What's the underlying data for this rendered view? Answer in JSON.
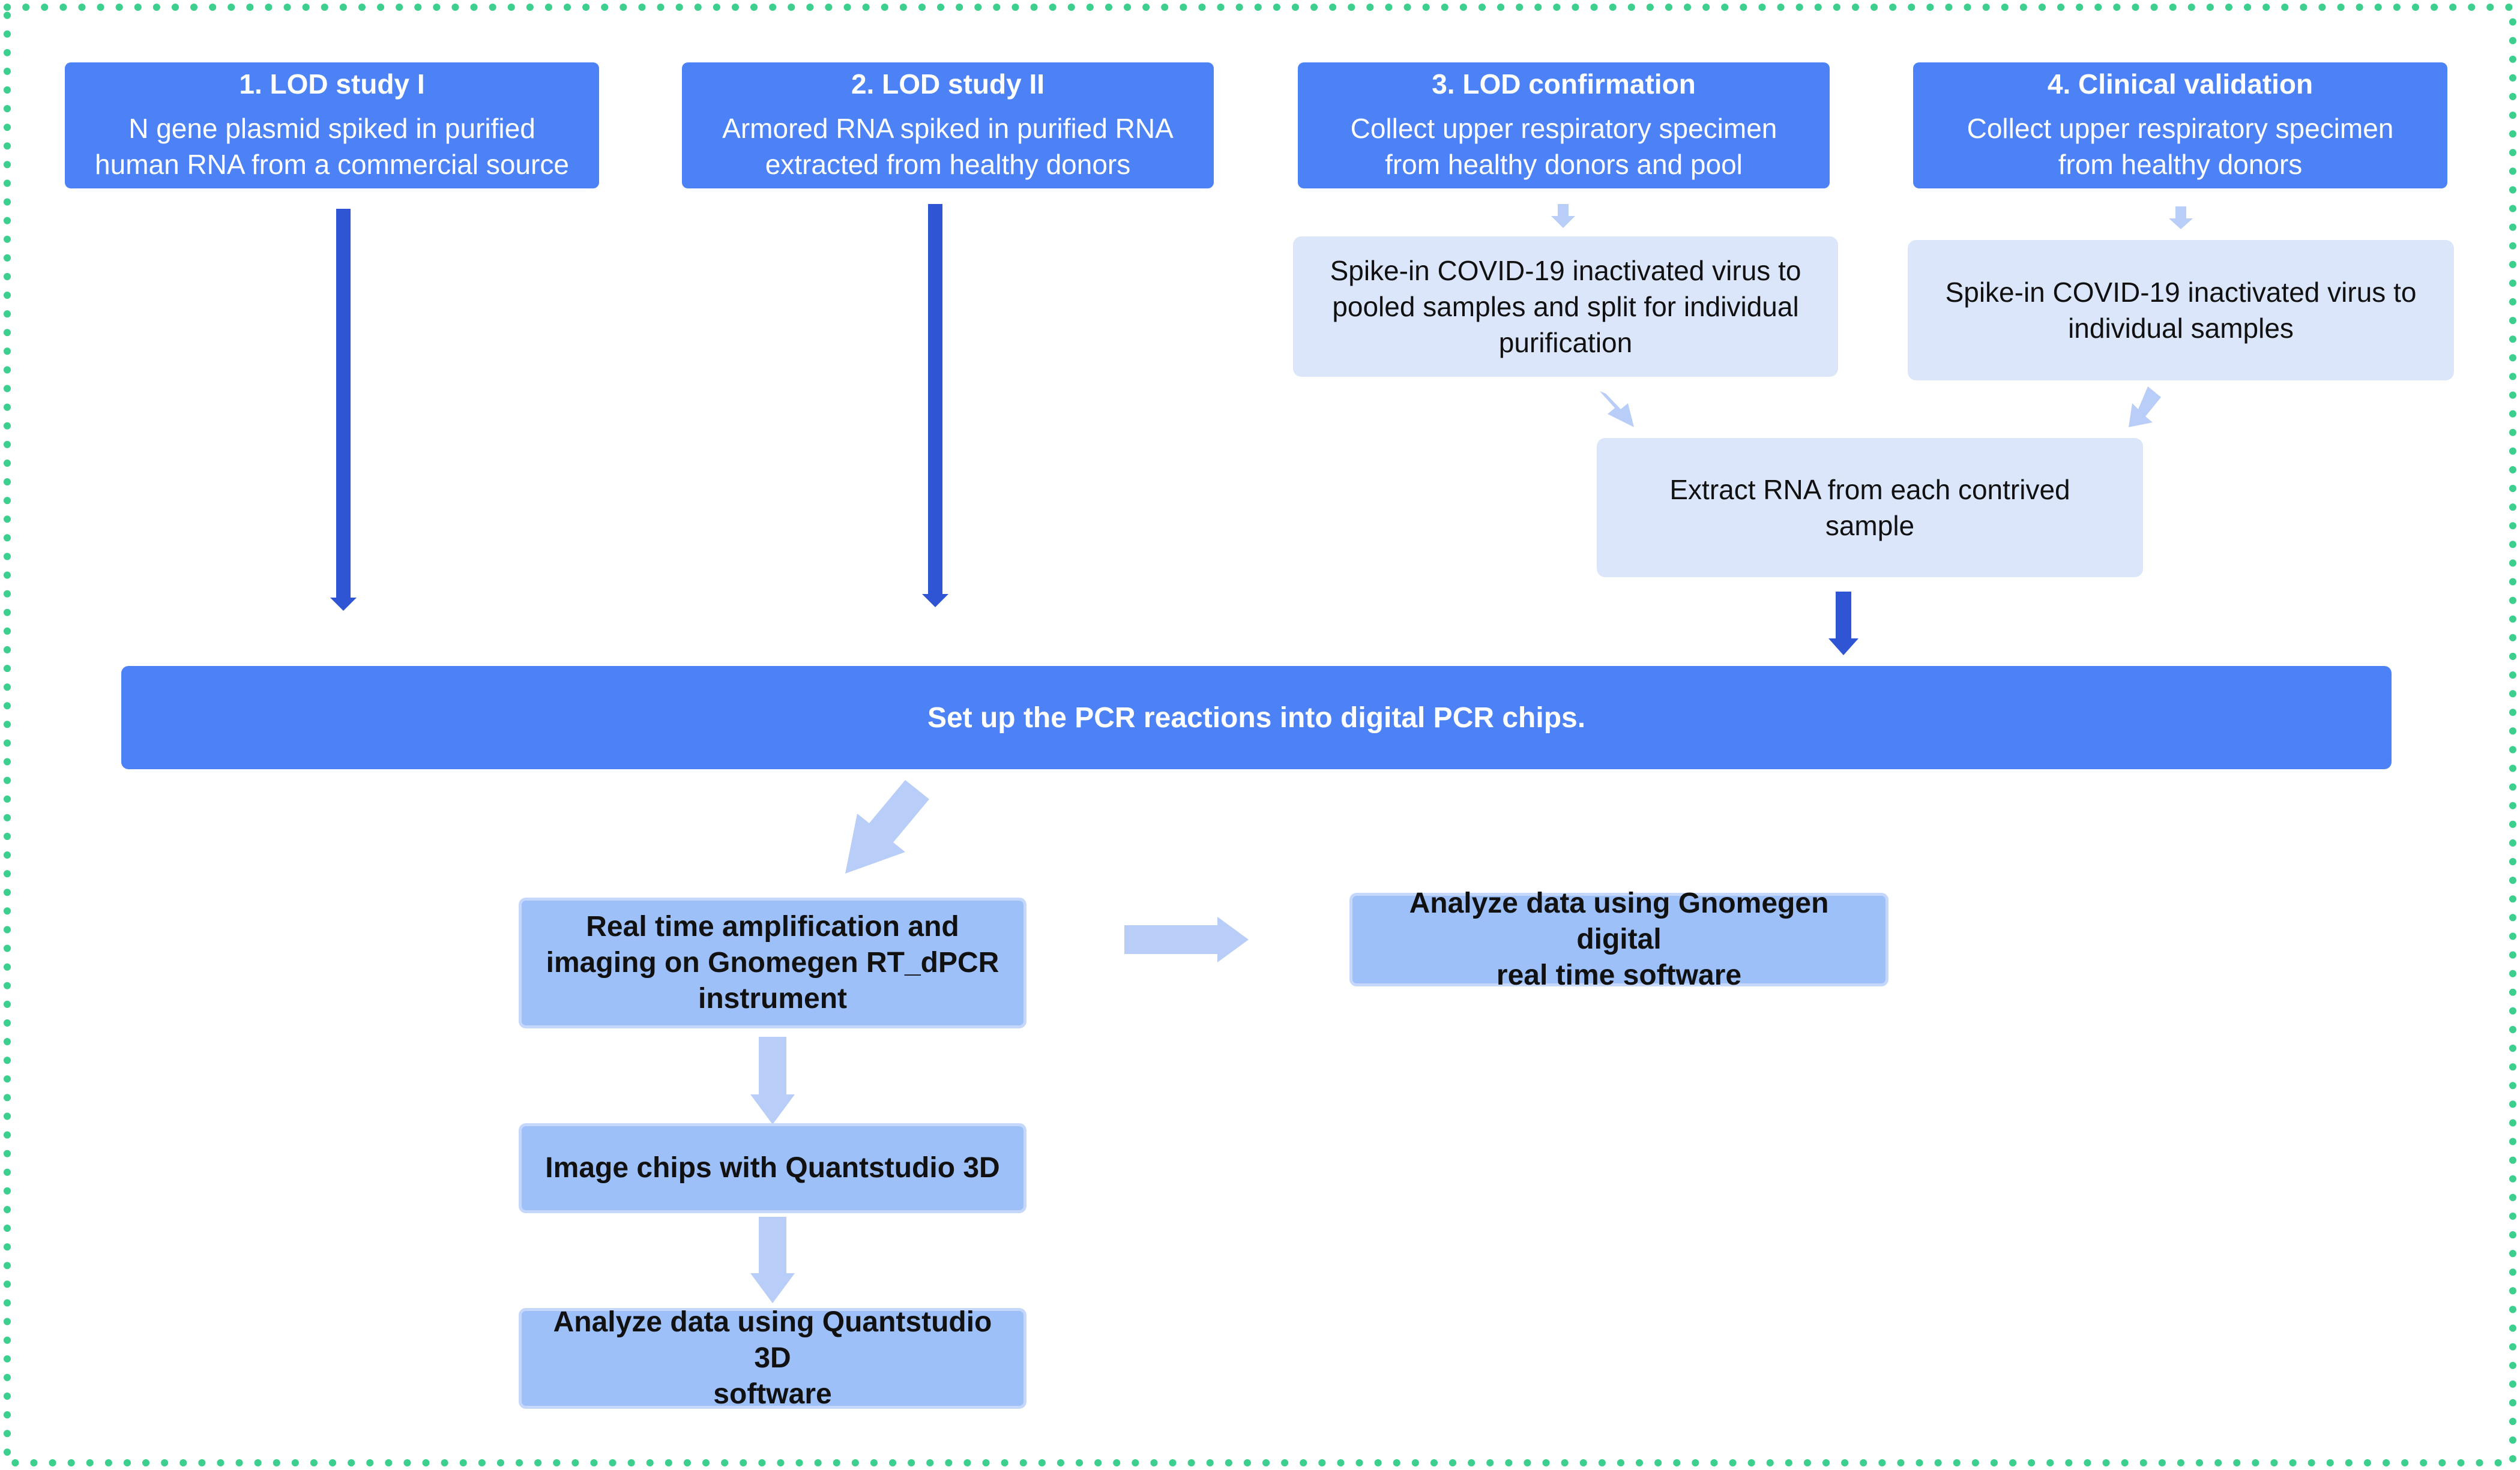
{
  "steps": [
    {
      "title": "1. LOD study I",
      "desc_lines": [
        "N gene plasmid spiked in purified",
        "human RNA from a commercial source"
      ]
    },
    {
      "title": "2. LOD study II",
      "desc_lines": [
        "Armored RNA spiked in purified RNA",
        "extracted from healthy donors"
      ]
    },
    {
      "title": "3. LOD confirmation",
      "desc_lines": [
        "Collect upper respiratory specimen",
        "from healthy donors and pool"
      ]
    },
    {
      "title": "4. Clinical validation",
      "desc_lines": [
        "Collect upper respiratory specimen",
        "from healthy donors"
      ]
    }
  ],
  "spike_pooled": [
    "Spike-in COVID-19 inactivated virus to",
    "pooled samples and split for individual",
    "purification"
  ],
  "spike_individual": [
    "Spike-in COVID-19 inactivated virus to",
    "individual samples"
  ],
  "extract": [
    "Extract RNA from each contrived",
    "sample"
  ],
  "setup": "Set up the PCR reactions into digital PCR chips.",
  "realtime": [
    "Real time amplification and",
    "imaging on Gnomegen RT_dPCR",
    "instrument"
  ],
  "gnomegen_analysis": [
    "Analyze data using Gnomegen digital",
    "real time software"
  ],
  "image_chips": "Image chips with Quantstudio 3D",
  "quantstudio_analysis": [
    "Analyze data using Quantstudio 3D",
    "software"
  ],
  "colors": {
    "primary": "#4d82f7",
    "light": "#dbe6fb",
    "mid": "#9ec0f9",
    "dark_arrow": "#2f55d4",
    "light_arrow": "#b8cdf7",
    "border": "#3ccf8e"
  }
}
